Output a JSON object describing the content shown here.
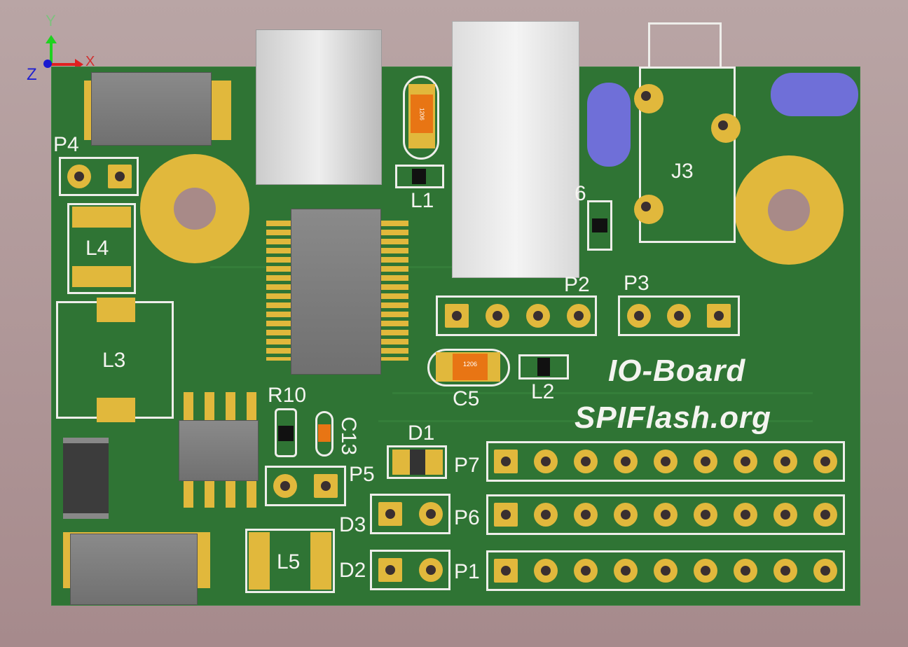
{
  "axes": {
    "y": "Y",
    "x": "X",
    "z": "Z"
  },
  "board": {
    "title": "IO-Board",
    "subtitle": "SPIFlash.org"
  },
  "labels": {
    "p4": "P4",
    "l4": "L4",
    "l3": "L3",
    "l1": "L1",
    "c6": "6",
    "j3": "J3",
    "p2": "P2",
    "p3": "P3",
    "c5": "C5",
    "l2": "L2",
    "r10": "R10",
    "c13": "C13",
    "d1": "D1",
    "p5": "P5",
    "p7": "P7",
    "p6": "P6",
    "p1": "P1",
    "d3": "D3",
    "d2": "D2",
    "l5": "L5"
  },
  "markings": {
    "cap1": "1206",
    "c5": "1206"
  },
  "headers": {
    "p7": 9,
    "p6": 9,
    "p1": 9,
    "p2": 4,
    "p3": 3,
    "p4": 2,
    "p5": 2,
    "d3": 2,
    "d2": 2
  },
  "colors": {
    "board": "#2f7434",
    "pad": "#e1b83c",
    "silk": "#f4f4f0"
  }
}
